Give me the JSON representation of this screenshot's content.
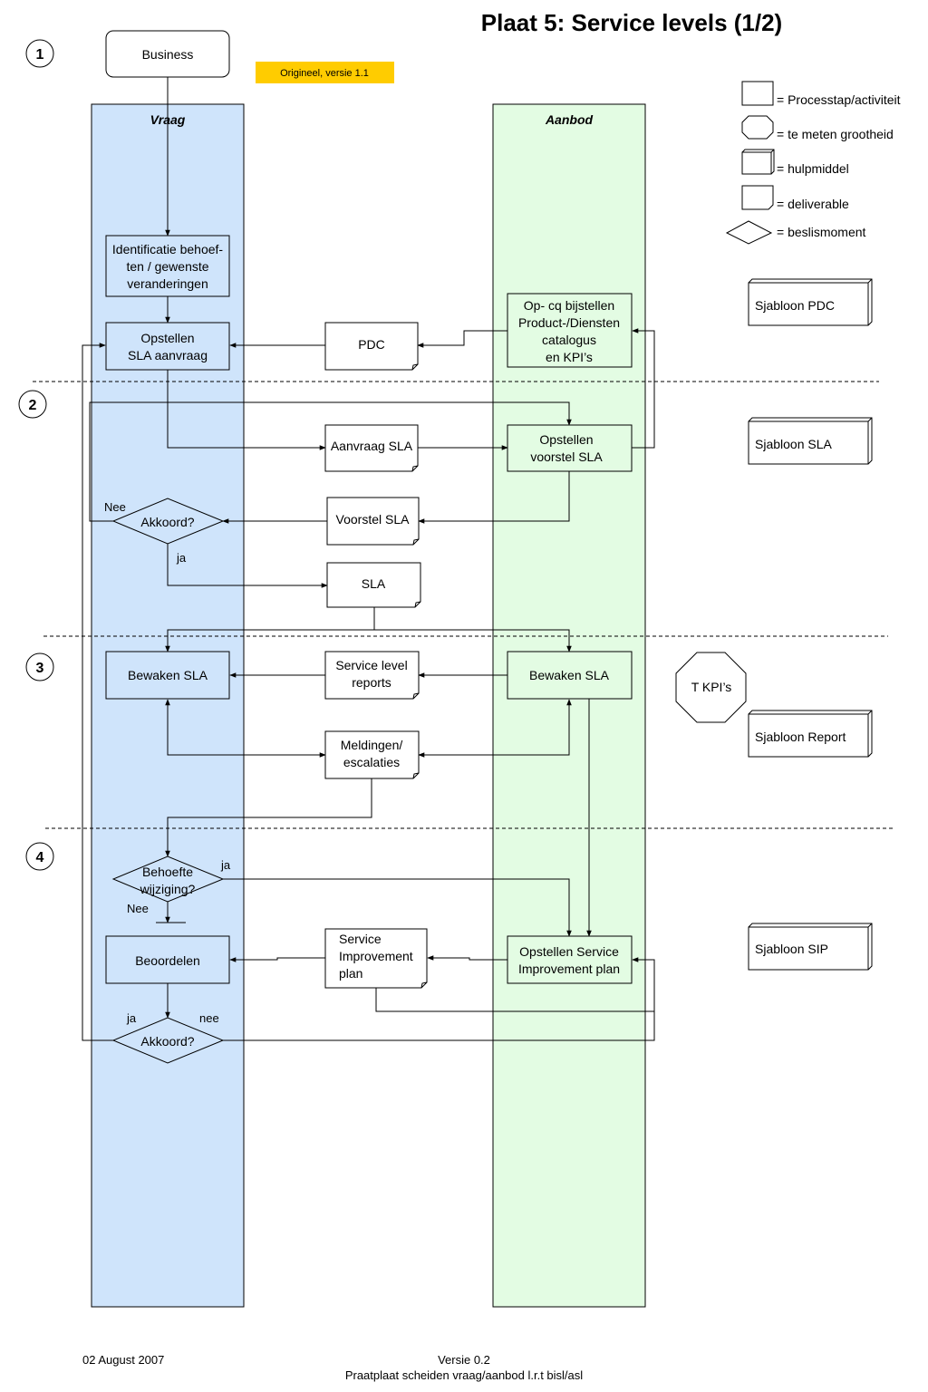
{
  "title": "Plaat 5: Service levels (1/2)",
  "version_badge": "Origineel, versie 1.1",
  "colors": {
    "vraag": "#cfe4fb",
    "aanbod": "#e3fce3",
    "badge": "#ffcc00"
  },
  "lanes": {
    "vraag": "Vraag",
    "aanbod": "Aanbod"
  },
  "phases": [
    "1",
    "2",
    "3",
    "4"
  ],
  "legend": {
    "process": "= Processtap/activiteit",
    "measure": "= te meten grootheid",
    "tool": "= hulpmiddel",
    "deliverable": "= deliverable",
    "decision": "= beslismoment"
  },
  "nodes": {
    "business": "Business",
    "identificatie": [
      "Identificatie behoef-",
      "ten / gewenste",
      "veranderingen"
    ],
    "opstellen_aanvraag": [
      "Opstellen",
      "SLA aanvraag"
    ],
    "pdc": "PDC",
    "opcq": [
      "Op- cq bijstellen",
      "Product-/Diensten",
      "catalogus",
      "en KPI’s"
    ],
    "aanvraag_sla": "Aanvraag SLA",
    "opstellen_voorstel": [
      "Opstellen",
      "voorstel SLA"
    ],
    "akkoord1": "Akkoord?",
    "voorstel_sla": "Voorstel  SLA",
    "sla": "SLA",
    "bewaken_vraag": "Bewaken SLA",
    "service_reports": [
      "Service level",
      "reports"
    ],
    "bewaken_aanbod": "Bewaken SLA",
    "meldingen": [
      "Meldingen/",
      "escalaties"
    ],
    "behoefte": [
      "Behoefte",
      "wijziging?"
    ],
    "beoordelen": "Beoordelen",
    "sip_doc": [
      "Service",
      "Improvement",
      "plan"
    ],
    "opstellen_sip": [
      "Opstellen Service",
      "Improvement plan"
    ],
    "akkoord2": "Akkoord?",
    "tkpi": "T KPI’s"
  },
  "labels": {
    "nee1": "Nee",
    "ja1": "ja",
    "ja2": "ja",
    "nee2": "Nee",
    "ja3": "ja",
    "nee3": "nee"
  },
  "templates": {
    "pdc": "Sjabloon PDC",
    "sla": "Sjabloon SLA",
    "report": "Sjabloon Report",
    "sip": "Sjabloon SIP"
  },
  "footer": {
    "date": "02 August 2007",
    "version": "Versie 0.2",
    "caption": "Praatplaat scheiden vraag/aanbod l.r.t bisl/asl"
  }
}
